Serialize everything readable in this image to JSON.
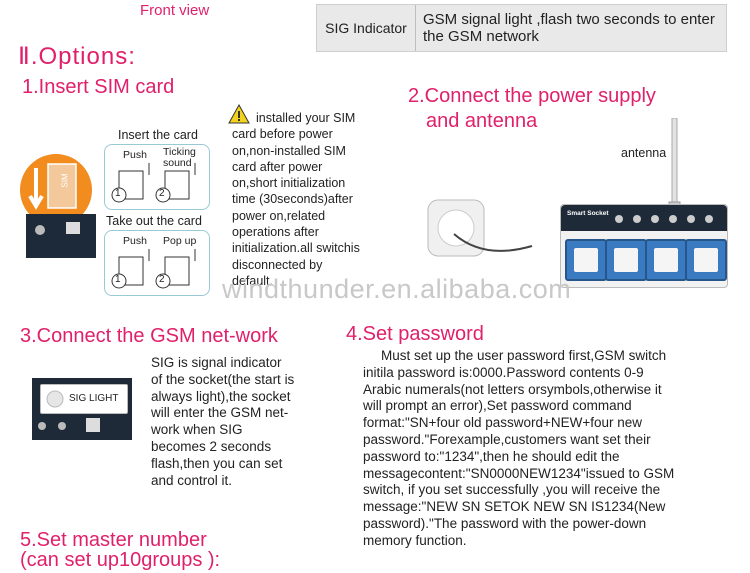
{
  "header": {
    "front_view": "Front view",
    "sig_label": "SIG Indicator",
    "sig_desc": "GSM signal light ,flash two seconds to enter the GSM network"
  },
  "options_title": "Ⅱ.Options:",
  "section1": {
    "title": "1.Insert SIM card",
    "insert_label": "Insert the card",
    "push": "Push",
    "ticking": "Ticking",
    "sound": "sound",
    "step1": "1",
    "step2": "2",
    "takeout_label": "Take out the card",
    "push2": "Push",
    "popup": "Pop up",
    "step1b": "1",
    "step2b": "2",
    "sim_label": "SIM",
    "warning_lines": [
      "installed your SIM",
      "card before power",
      "on,non-installed SIM",
      "card after power",
      "on,short initialization",
      "time (30seconds)after",
      "power on,related",
      "operations after",
      "initialization.all switchis",
      "disconnected by",
      "default."
    ]
  },
  "section2": {
    "title_l1": "2.Connect the power supply",
    "title_l2": "and antenna",
    "antenna": "antenna",
    "device_label": "Smart Socket"
  },
  "watermark": "windthunder.en.alibaba.com",
  "section3": {
    "title": "3.Connect the GSM net-work",
    "sig_light": "SIG LIGHT",
    "lines": [
      "SIG is signal indicator",
      "of the socket(the start is",
      "always light),the socket",
      "will enter the GSM net-",
      "work when SIG",
      "becomes 2 seconds",
      "flash,then you can set",
      "and control it."
    ]
  },
  "section4": {
    "title": "4.Set password",
    "lines": [
      "Must set up the user password first,GSM switch",
      "initila password is:0000.Password contents 0-9",
      "Arabic numerals(not letters orsymbols,otherwise it",
      "will prompt an  error),Set password command",
      "format:\"SN+four old password+NEW+four  new",
      "password.\"Forexample,customers want set their",
      "password to:\"1234\",then he should edit the",
      "messagecontent:\"SN0000NEW1234\"issued to GSM",
      "switch, if you set successfully ,you will receive the",
      "message:\"NEW SN SETOK NEW SN  IS1234(New",
      "password).\"The password with the power-down",
      "memory function."
    ]
  },
  "section5": {
    "title_l1": "5.Set master number",
    "title_l2": "(can set up10groups ):"
  }
}
